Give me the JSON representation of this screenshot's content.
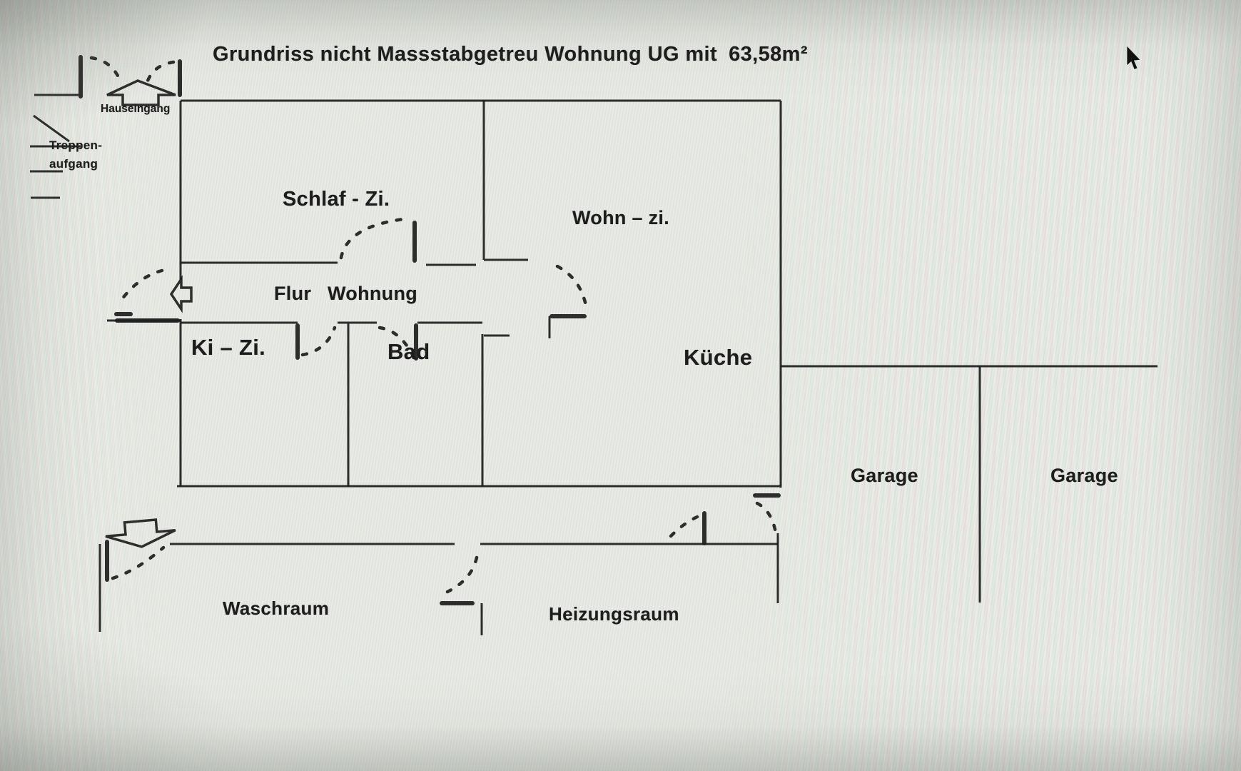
{
  "title": {
    "prefix": "Grundriss nicht Massstabgetreu Wohnung UG mit",
    "area": "63,58m²"
  },
  "entrance_annotations": {
    "hauseingang": "Hauseingang",
    "treppenaufgang_line1": "Treppen-",
    "treppenaufgang_line2": "aufgang"
  },
  "rooms": {
    "schlafzimmer": "Schlaf - Zi.",
    "wohnzimmer": "Wohn – zi.",
    "flur": "Flur Wohnung",
    "kinderzimmer": "Ki – Zi.",
    "bad": "Bad",
    "kueche": "Küche",
    "garage_left": "Garage",
    "garage_right": "Garage",
    "waschraum": "Waschraum",
    "heizungsraum": "Heizungsraum"
  },
  "colors": {
    "ink": "#1d1d1d",
    "paper": "#e5e8e2"
  }
}
